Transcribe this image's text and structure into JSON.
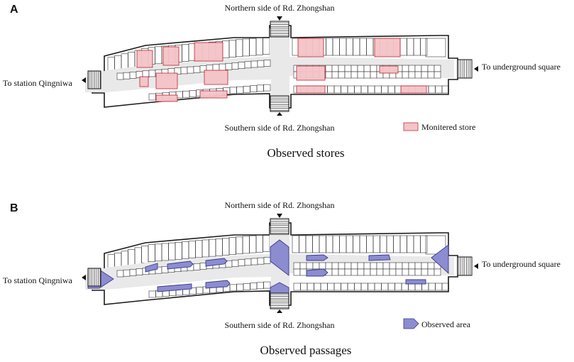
{
  "panel_a": {
    "letter": "A",
    "north_label": "Northern side of Rd. Zhongshan",
    "south_label": "Southern side of Rd. Zhongshan",
    "west_label": "To station Qingniwa",
    "east_label": "To underground square",
    "legend_label": "Monitered  store",
    "caption": "Observed stores"
  },
  "panel_b": {
    "letter": "B",
    "north_label": "Northern side of Rd. Zhongshan",
    "south_label": "Southern side of Rd. Zhongshan",
    "west_label": "To station Qingniwa",
    "east_label": "To underground square",
    "legend_label": "Observed area",
    "caption": "Observed passages"
  },
  "colors": {
    "store_highlight": "#f4c4c8",
    "store_highlight_stroke": "#c0303a",
    "observed_area": "#8c8cd0",
    "observed_area_stroke": "#3a3a90",
    "corridor": "#e9e9e9",
    "outline": "#1a1a1a"
  }
}
